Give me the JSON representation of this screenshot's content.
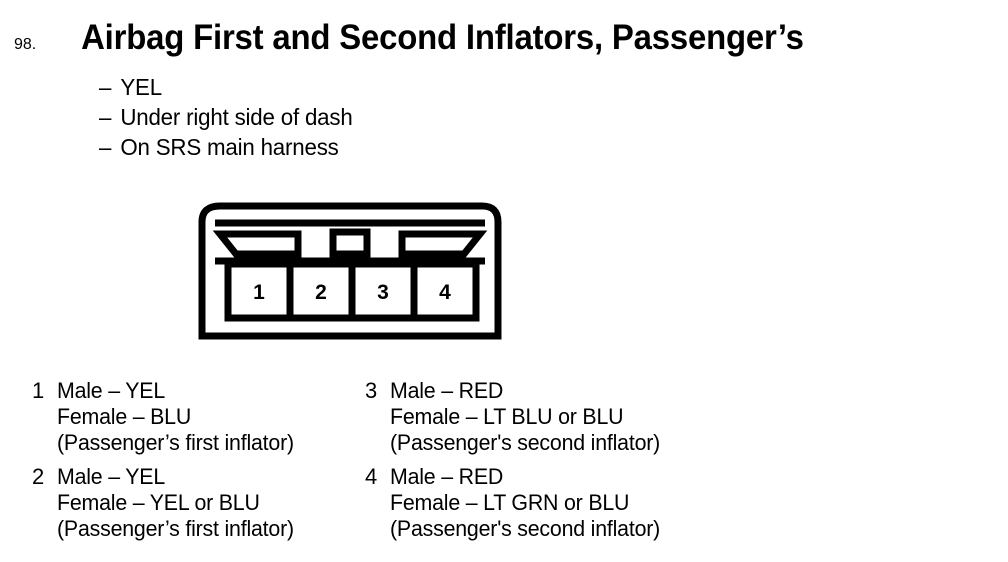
{
  "page": {
    "background_color": "#ffffff",
    "ink_color": "#000000"
  },
  "title": {
    "number": "98.",
    "text": "Airbag First and Second Inflators, Passenger’s"
  },
  "bullets": [
    {
      "dash": "–",
      "text": "YEL"
    },
    {
      "dash": "–",
      "text": "Under right side of dash"
    },
    {
      "dash": "–",
      "text": "On SRS main harness"
    }
  ],
  "connector": {
    "name": "4-pin connector face view",
    "pin_labels": [
      "1",
      "2",
      "3",
      "4"
    ],
    "features": [
      "left-tab-slot",
      "center-keyway",
      "right-tab-slot",
      "pin-cavity-row"
    ]
  },
  "legend": {
    "left_column": [
      {
        "index": "1",
        "male": "Male – YEL",
        "female": "Female – BLU",
        "note": "(Passenger’s first inflator)"
      },
      {
        "index": "2",
        "male": "Male – YEL",
        "female": "Female – YEL or BLU",
        "note": "(Passenger’s first inflator)"
      }
    ],
    "right_column": [
      {
        "index": "3",
        "male": "Male – RED",
        "female": "Female – LT BLU or BLU",
        "note": "(Passenger's second inflator)"
      },
      {
        "index": "4",
        "male": "Male – RED",
        "female": "Female – LT GRN or BLU",
        "note": "(Passenger's second inflator)"
      }
    ]
  }
}
